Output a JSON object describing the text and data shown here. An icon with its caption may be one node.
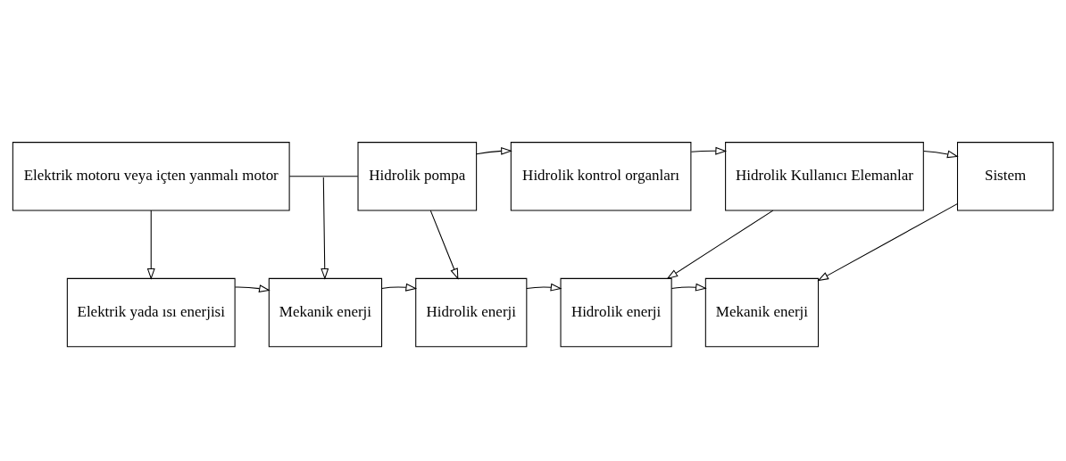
{
  "diagram": {
    "nodes": [
      {
        "text": [
          "Elektrik motoru veya içten yanmalı motor"
        ]
      },
      {
        "text": [
          "Hidrolik pompa"
        ]
      },
      {
        "text": [
          "Hidrolik kontrol organları"
        ]
      },
      {
        "text": [
          "Hidrolik Kullanıcı Elemanlar"
        ]
      },
      {
        "text": [
          "Sistem"
        ]
      },
      {
        "text": [
          "Elektrik yada ısı enerjisi"
        ]
      },
      {
        "text": [
          "Mekanik enerji"
        ]
      },
      {
        "text": [
          "Hidrolik enerji"
        ]
      },
      {
        "text": [
          "Hidrolik enerji"
        ]
      },
      {
        "text": [
          "Mekanik enerji"
        ]
      }
    ],
    "edges": [
      {
        "from": 0,
        "to": 1,
        "arrow": "none"
      },
      {
        "from": 1,
        "to": 2,
        "arrow": "to"
      },
      {
        "from": 2,
        "to": 3,
        "arrow": "to"
      },
      {
        "from": 3,
        "to": 4,
        "arrow": "to"
      },
      {
        "from": 0,
        "to": 5,
        "arrow": "to"
      },
      {
        "from": null,
        "to": 6,
        "arrow": "to"
      },
      {
        "from": 1,
        "to": 7,
        "arrow": "to"
      },
      {
        "from": 3,
        "to": 8,
        "arrow": "to"
      },
      {
        "from": 4,
        "to": 9,
        "arrow": "to"
      },
      {
        "from": 5,
        "to": 6,
        "arrow": "to"
      },
      {
        "from": 6,
        "to": 7,
        "arrow": "to"
      },
      {
        "from": 7,
        "to": 8,
        "arrow": "to"
      },
      {
        "from": 8,
        "to": 9,
        "arrow": "to"
      }
    ]
  }
}
